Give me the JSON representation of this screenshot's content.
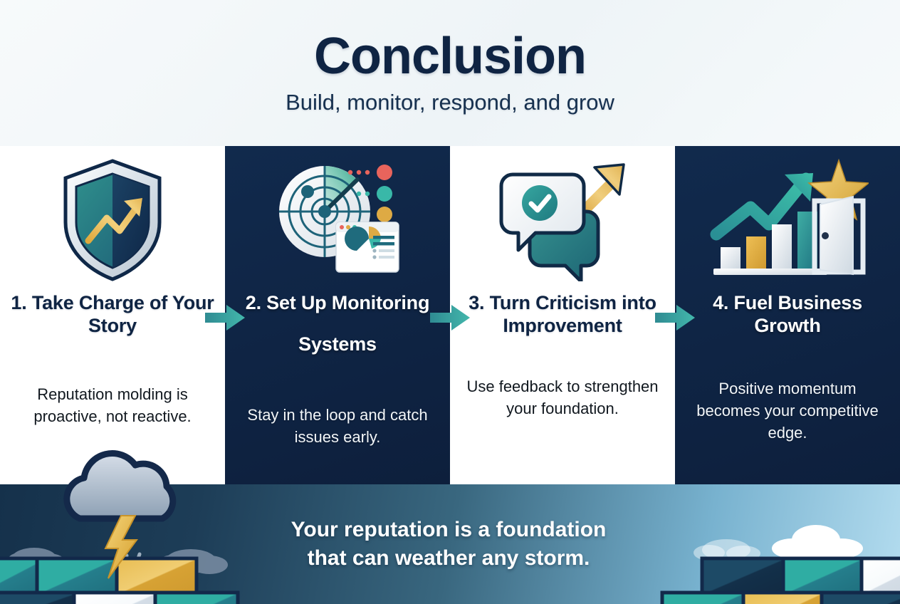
{
  "header": {
    "title": "Conclusion",
    "subtitle": "Build, monitor, respond, and grow"
  },
  "steps": [
    {
      "number": "1.",
      "title": "1. Take Charge of Your Story",
      "body": "Reputation molding is proactive, not reactive.",
      "icon": "shield-growth-icon",
      "theme": "light"
    },
    {
      "number": "2.",
      "title": "2. Set Up Monitoring",
      "title_extra": "Systems",
      "body": "Stay in the loop and catch issues early.",
      "icon": "radar-dashboard-icon",
      "theme": "dark"
    },
    {
      "number": "3.",
      "title": "3. Turn Criticism into Improvement",
      "body": "Use feedback to strengthen your foundation.",
      "icon": "feedback-bubbles-icon",
      "theme": "light"
    },
    {
      "number": "4.",
      "title": "4. Fuel Business Growth",
      "body": "Positive momentum becomes your competitive edge.",
      "icon": "bar-chart-door-star-icon",
      "theme": "dark"
    }
  ],
  "connectors": [
    {
      "name": "arrow-1-to-2"
    },
    {
      "name": "arrow-2-to-3"
    },
    {
      "name": "arrow-3-to-4"
    }
  ],
  "footer": {
    "quote_line1": "Your reputation is a foundation",
    "quote_line2": "that can weather any storm.",
    "left_art": "storm-cloud-lightning-rain",
    "right_art": "clear-sky-clouds",
    "wall_left": "brick-wall-left",
    "wall_right": "brick-wall-right"
  },
  "colors": {
    "navy": "#0f2443",
    "panel_dark": "#112a4d",
    "teal": "#2aa198",
    "teal_arrow": "#2f9e9b",
    "gold": "#e0b040",
    "white": "#ffffff",
    "header_bg": "#f3f8fa",
    "sky_light": "#b3dcef",
    "storm_dark": "#15314b"
  }
}
